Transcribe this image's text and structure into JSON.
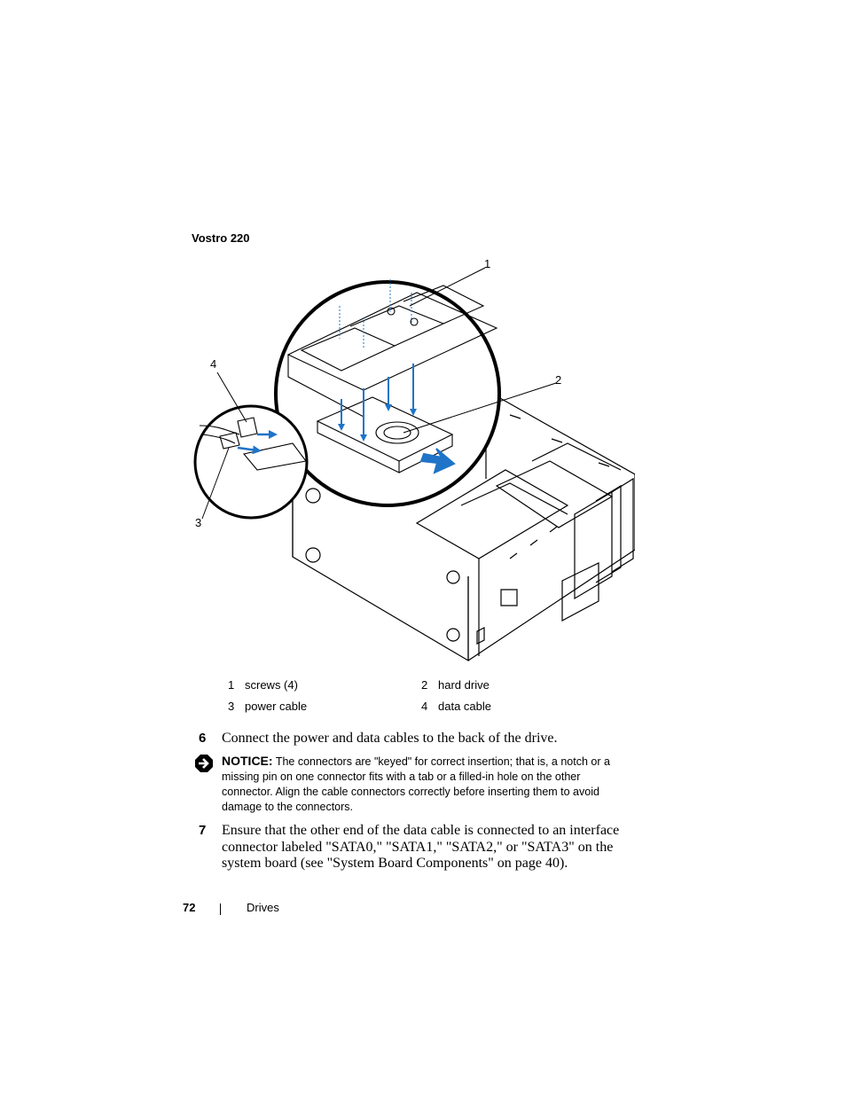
{
  "figure": {
    "caption": "Vostro 220",
    "callouts": [
      "1",
      "2",
      "3",
      "4"
    ]
  },
  "legend": [
    {
      "num": "1",
      "label": "screws (4)"
    },
    {
      "num": "2",
      "label": "hard drive"
    },
    {
      "num": "3",
      "label": "power cable"
    },
    {
      "num": "4",
      "label": "data cable"
    }
  ],
  "steps": [
    {
      "num": "6",
      "text": "Connect the power and data cables to the back of the drive."
    },
    {
      "num": "7",
      "text": "Ensure that the other end of the data cable is connected to an interface connector labeled \"SATA0,\" \"SATA1,\" \"SATA2,\" or \"SATA3\" on the system board (see \"System Board Components\" on page 40)."
    }
  ],
  "notice": {
    "label": "NOTICE:",
    "text": "The connectors are \"keyed\" for correct insertion; that is, a notch or a missing pin on one connector fits with a tab or a filled-in hole on the other connector. Align the cable connectors correctly before inserting them to avoid damage to the connectors."
  },
  "footer": {
    "page_number": "72",
    "section": "Drives"
  },
  "colors": {
    "arrow_blue": "#1f74c8",
    "line": "#000000"
  }
}
